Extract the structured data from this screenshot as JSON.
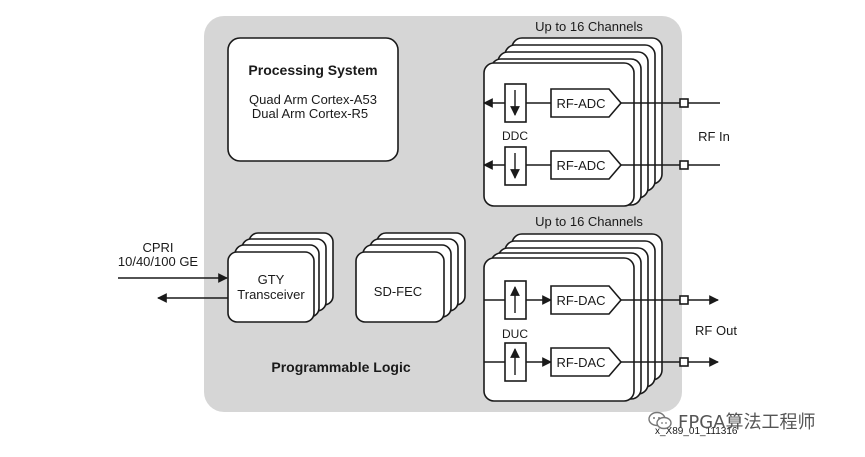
{
  "processing_system": {
    "title": "Processing System",
    "line1": "Quad Arm Cortex-A53",
    "line2": "Dual Arm Cortex-R5"
  },
  "adc_section": {
    "header": "Up to 16 Channels",
    "block_label": "RF-ADC",
    "proc_label": "DDC",
    "side_label": "RF In"
  },
  "dac_section": {
    "header": "Up to 16 Channels",
    "block_label": "RF-DAC",
    "proc_label": "DUC",
    "side_label": "RF Out"
  },
  "gty": {
    "line1": "GTY",
    "line2": "Transceiver",
    "ext_line1": "CPRI",
    "ext_line2": "10/40/100 GE"
  },
  "sdfec": {
    "label": "SD-FEC"
  },
  "programmable_logic": {
    "label": "Programmable Logic"
  },
  "figure_id": "x_X89_01_111316",
  "watermark": {
    "text": "FPGA算法工程师",
    "icon": "wechat-icon"
  }
}
